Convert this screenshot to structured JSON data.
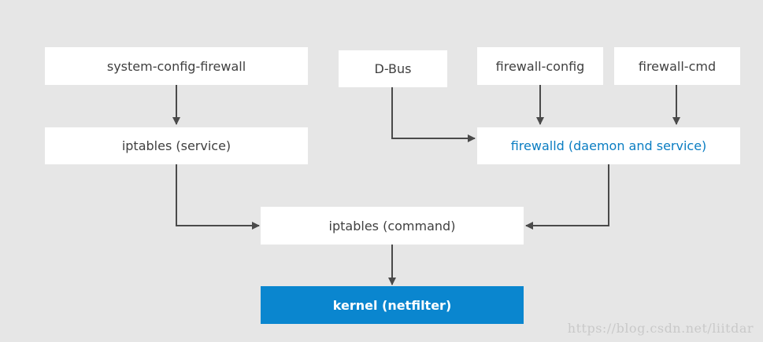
{
  "nodes": {
    "system_config_firewall": "system-config-firewall",
    "dbus": "D-Bus",
    "firewall_config": "firewall-config",
    "firewall_cmd": "firewall-cmd",
    "iptables_service": "iptables (service)",
    "firewalld": "firewalld (daemon and service)",
    "iptables_command": "iptables (command)",
    "kernel": "kernel (netfilter)"
  },
  "edges": [
    {
      "from": "system-config-firewall",
      "to": "iptables (service)"
    },
    {
      "from": "D-Bus",
      "to": "firewalld (daemon and service)"
    },
    {
      "from": "firewall-config",
      "to": "firewalld (daemon and service)"
    },
    {
      "from": "firewall-cmd",
      "to": "firewalld (daemon and service)"
    },
    {
      "from": "iptables (service)",
      "to": "iptables (command)"
    },
    {
      "from": "firewalld (daemon and service)",
      "to": "iptables (command)"
    },
    {
      "from": "iptables (command)",
      "to": "kernel (netfilter)"
    }
  ],
  "watermark": "https://blog.csdn.net/liitdar",
  "colors": {
    "background": "#e6e6e6",
    "box": "#ffffff",
    "text": "#404040",
    "accent_text": "#0a7dc2",
    "kernel_fill": "#0a86cf",
    "arrow": "#4a4a4a"
  }
}
